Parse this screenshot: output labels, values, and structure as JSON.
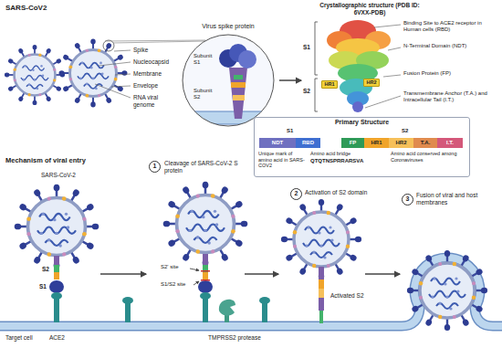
{
  "diagram": {
    "nodes": [
      {
        "text": [
          "HR1"
        ]
      },
      {
        "text": [
          "HR2"
        ]
      },
      {
        "text": [
          "Primary Structure"
        ]
      },
      {
        "text": [
          "NDT"
        ],
        "in": 2
      },
      {
        "text": [
          "RBD"
        ],
        "in": 2
      },
      {
        "text": [
          "FP"
        ],
        "in": 2
      },
      {
        "text": [
          "HR1"
        ],
        "in": 2
      },
      {
        "text": [
          "HR2"
        ],
        "in": 2
      },
      {
        "text": [
          "T.A."
        ],
        "in": 2
      },
      {
        "text": [
          "I.T."
        ],
        "in": 2
      },
      {
        "text": [
          "1"
        ]
      },
      {
        "text": [
          "2"
        ]
      },
      {
        "text": [
          "3"
        ]
      }
    ],
    "labels": [
      "SARS-CoV2",
      "Spike",
      "Nucleocapsid",
      "Membrane",
      "Envelope",
      "RNA viral genome",
      "Virus spike protein",
      "Subunit S1",
      "Subunit S2",
      "Crystallographic structure (PDB ID: 6VXX-PDB)",
      "Binding Site to ACE2 receptor in Human cells (RBD)",
      "N-Terminal Domain (NDT)",
      "S1",
      "S2",
      "Fusion Protein (FP)",
      "Transmembrane Anchor (T.A.) and Intracellular Tail (I.T.)",
      "S1",
      "S2",
      "Unique mark of amino acid in SARS-COV2",
      "Amino acid bridge",
      "QTQTNSPRRARSVA",
      "Amino acid conserved among Coronaviruses",
      "Mechanism of viral entry",
      "Cleavage of SARS-CoV-2 S protein",
      "Activation of S2 domain",
      "Fusion of viral and host membranes",
      "SARS-CoV-2",
      "S2",
      "S1",
      "S2' site",
      "S1/S2 site",
      "ACE2",
      "TMPRSS2 protease",
      "Activated S2",
      "Target cell"
    ]
  }
}
